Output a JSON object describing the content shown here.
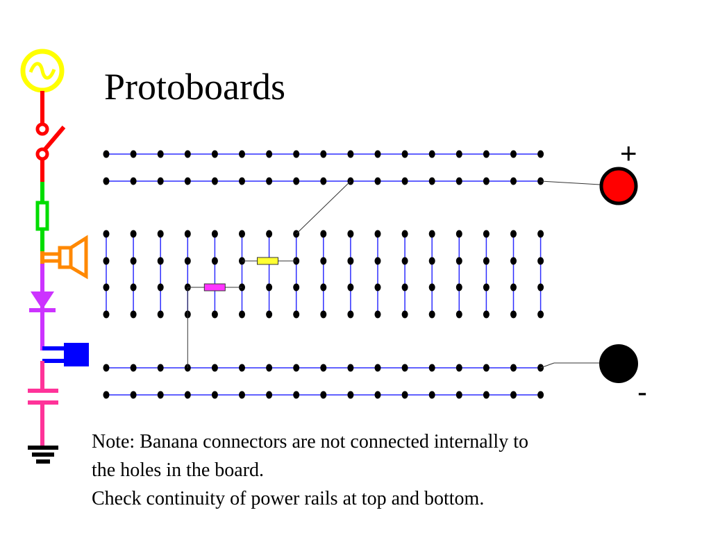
{
  "slide": {
    "title": "Protoboards",
    "note_lines": [
      "Note: Banana connectors are not connected internally to",
      "the holes in the board.",
      "Check continuity of power rails at top and bottom."
    ]
  },
  "board": {
    "columns": 17,
    "top_rails": 2,
    "terminal_rows": 4,
    "bottom_rails": 2,
    "wire_color": "#2d2dff",
    "hole_color": "#000000"
  },
  "connectors": {
    "positive": {
      "symbol": "+",
      "color": "#ff0000"
    },
    "negative": {
      "symbol": "-",
      "color": "#000000"
    }
  },
  "components": [
    {
      "name": "resistor-yellow",
      "color": "#ffff33"
    },
    {
      "name": "resistor-magenta",
      "color": "#ff33ff"
    }
  ],
  "schematic_strip": {
    "colors": {
      "source": "#ffff00",
      "switch": "#ff0000",
      "fuse": "#00dd00",
      "speaker": "#ff8800",
      "diode": "#cc33ff",
      "transistor": "#0000ff",
      "capacitor": "#ff3399",
      "ground": "#000000"
    }
  }
}
